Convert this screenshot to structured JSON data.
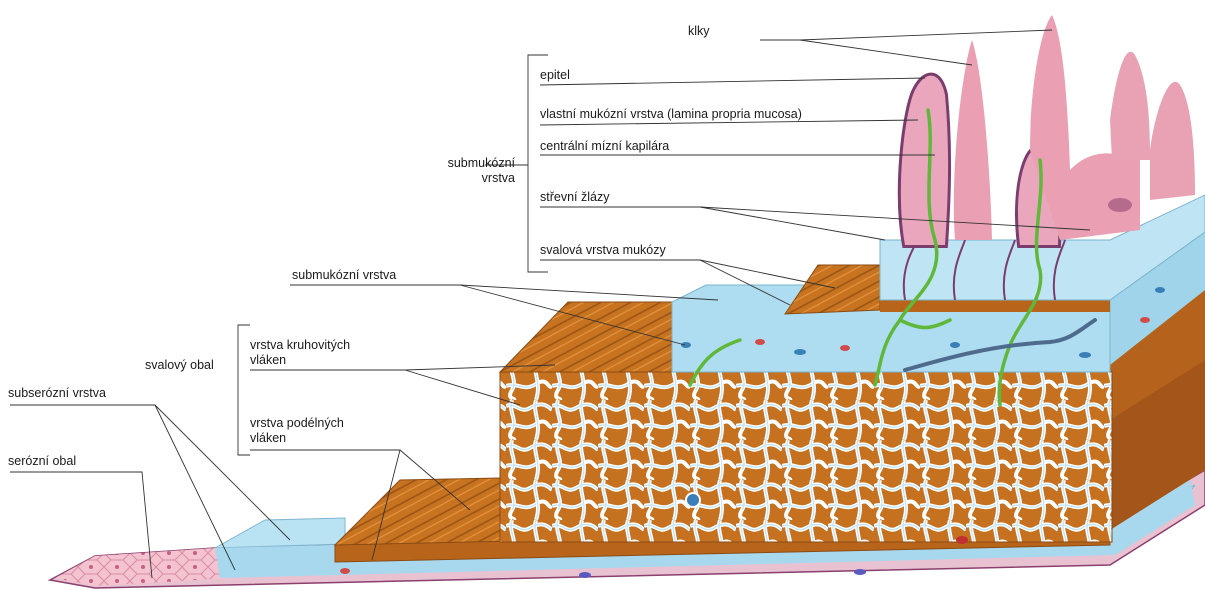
{
  "colors": {
    "muscle": "#c8731f",
    "muscle_dark": "#9a5416",
    "submucosa": "#aeddf0",
    "villus": "#e79aa9",
    "epithelium": "#9c5a87",
    "lymph_capillary": "#6bbd3c",
    "serosa": "#f2bccb",
    "leader_line": "#333333"
  },
  "labels": {
    "klky": "klky",
    "epitel": "epitel",
    "lamina_propria": "vlastní mukózní vrstva (lamina propria mucosa)",
    "centralni_kapilara": "centrální mízní kapilára",
    "strevni_zlazy": "střevní žlázy",
    "svalova_vrstva_mukozy": "svalová vrstva mukózy",
    "submukozni_bracket": "submukózní vrstva",
    "submukozni_vrstva": "submukózní vrstva",
    "svalovy_obal": "svalový obal",
    "kruhovite_vlakna": "vrstva kruhovitých vláken",
    "podelne_vlakna": "vrstva podélných vláken",
    "subserozni_vrstva": "subserózní vrstva",
    "serozni_obal": "serózní obal"
  }
}
